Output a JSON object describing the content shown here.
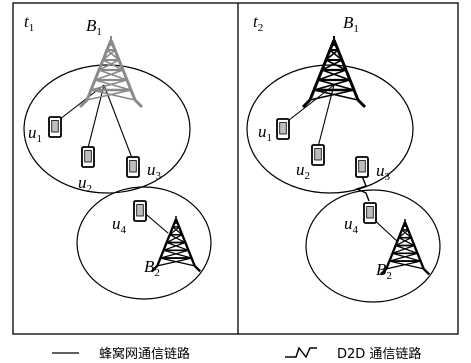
{
  "panels": [
    {
      "time": {
        "sym": "t",
        "sub": "1"
      },
      "base_stations": [
        {
          "sym": "B",
          "sub": "1"
        },
        {
          "sym": "B",
          "sub": "2"
        }
      ],
      "users": [
        {
          "sym": "u",
          "sub": "1"
        },
        {
          "sym": "u",
          "sub": "2"
        },
        {
          "sym": "u",
          "sub": "3"
        },
        {
          "sym": "u",
          "sub": "4"
        }
      ]
    },
    {
      "time": {
        "sym": "t",
        "sub": "2"
      },
      "base_stations": [
        {
          "sym": "B",
          "sub": "1"
        },
        {
          "sym": "B",
          "sub": "2"
        }
      ],
      "users": [
        {
          "sym": "u",
          "sub": "1"
        },
        {
          "sym": "u",
          "sub": "2"
        },
        {
          "sym": "u",
          "sub": "3"
        },
        {
          "sym": "u",
          "sub": "4"
        }
      ]
    }
  ],
  "legend": {
    "cellular": "蜂窝网通信链路",
    "d2d": "D2D 通信链路"
  },
  "colors": {
    "line": "#000000",
    "tower_t1_b1": "#8a8a8a",
    "tower_other": "#000000"
  }
}
